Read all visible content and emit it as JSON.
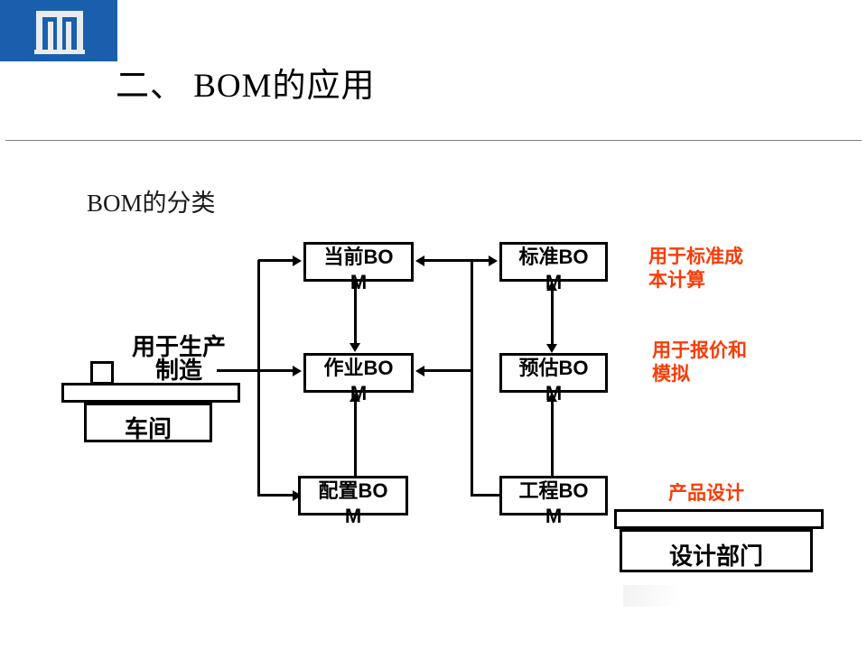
{
  "header": {
    "logo_icon": "gate-building-logo-icon",
    "logo_color": "#1a5fad",
    "title": "二、  BOM的应用"
  },
  "subtitle": "BOM的分类",
  "diagram": {
    "left_source": {
      "caption_line1": "用于生产",
      "caption_line2": "制造",
      "shape_icon": "factory-workshop-icon",
      "label": "车间"
    },
    "right_sink": {
      "shape_icon": "design-department-icon",
      "label": "设计部门"
    },
    "nodes": [
      {
        "id": "current-bom",
        "text_line1": "当前BO",
        "text_line2": "M"
      },
      {
        "id": "operation-bom",
        "text_line1": "作业BO",
        "text_line2": "M"
      },
      {
        "id": "config-bom",
        "text_line1": "配置BO",
        "text_line2": "M"
      },
      {
        "id": "standard-bom",
        "text_line1": "标准BO",
        "text_line2": "M"
      },
      {
        "id": "estimate-bom",
        "text_line1": "预估BO",
        "text_line2": "M"
      },
      {
        "id": "engineer-bom",
        "text_line1": "工程BO",
        "text_line2": "M"
      }
    ],
    "annotations": [
      {
        "id": "standard-cost",
        "text": "用于标准成\n本计算",
        "color": "#f93c08"
      },
      {
        "id": "quote-simulate",
        "text": "用于报价和\n模拟",
        "color": "#f93c08"
      },
      {
        "id": "product-design",
        "text": "产品设计",
        "color": "#f93c08"
      }
    ]
  }
}
